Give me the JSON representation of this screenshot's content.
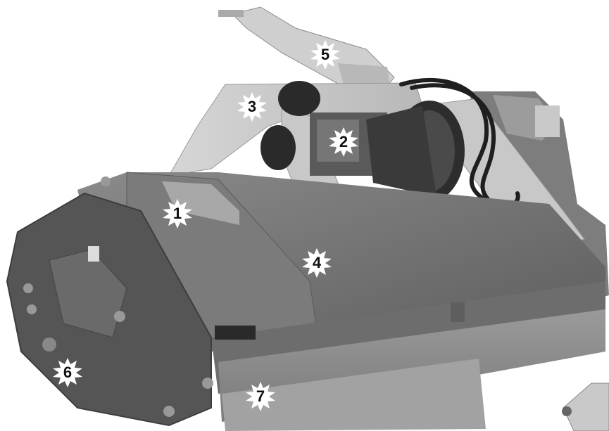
{
  "image": {
    "subject": "flail mower",
    "callouts": [
      {
        "id": "c1",
        "label": "1"
      },
      {
        "id": "c2",
        "label": "2"
      },
      {
        "id": "c3",
        "label": "3"
      },
      {
        "id": "c4",
        "label": "4"
      },
      {
        "id": "c5",
        "label": "5"
      },
      {
        "id": "c6",
        "label": "6"
      },
      {
        "id": "c7",
        "label": "7"
      }
    ]
  }
}
